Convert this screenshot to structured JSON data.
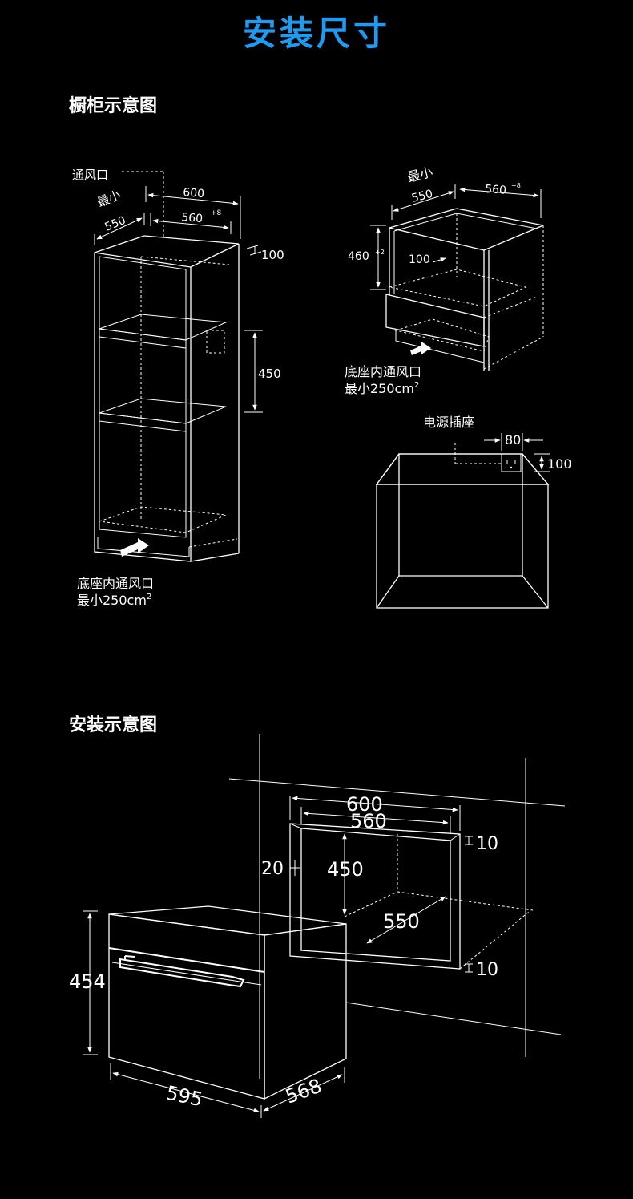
{
  "page": {
    "title": "安装尺寸",
    "section_cabinet": "橱柜示意图",
    "section_install": "安装示意图"
  },
  "cabinet_tall": {
    "vent_label": "通风口",
    "min_label": "最小",
    "dim_depth": "550",
    "dim_width": "600",
    "dim_inner": "560",
    "dim_inner_tol": "+8",
    "dim_top": "100",
    "dim_height": "450",
    "base_note_1": "底座内通风口",
    "base_note_2": "最小250cm",
    "base_note_sup": "2"
  },
  "cabinet_under": {
    "min_label": "最小",
    "dim_depth": "550",
    "dim_inner": "560",
    "dim_inner_tol": "+8",
    "dim_height": "460",
    "dim_height_tol": "+2",
    "dim_gap": "100",
    "base_note_1": "底座内通风口",
    "base_note_2": "最小250cm",
    "base_note_sup": "2"
  },
  "socket": {
    "label": "电源插座",
    "dim_width": "80",
    "dim_top": "100"
  },
  "install": {
    "dim_600": "600",
    "dim_560": "560",
    "dim_10_top": "10",
    "dim_20": "20",
    "dim_450": "450",
    "dim_550": "550",
    "dim_10_bottom": "10",
    "dim_454": "454",
    "dim_595": "595",
    "dim_568": "568"
  },
  "colors": {
    "background": "#000000",
    "title": "#1e9bf0",
    "lines": "#ffffff"
  }
}
